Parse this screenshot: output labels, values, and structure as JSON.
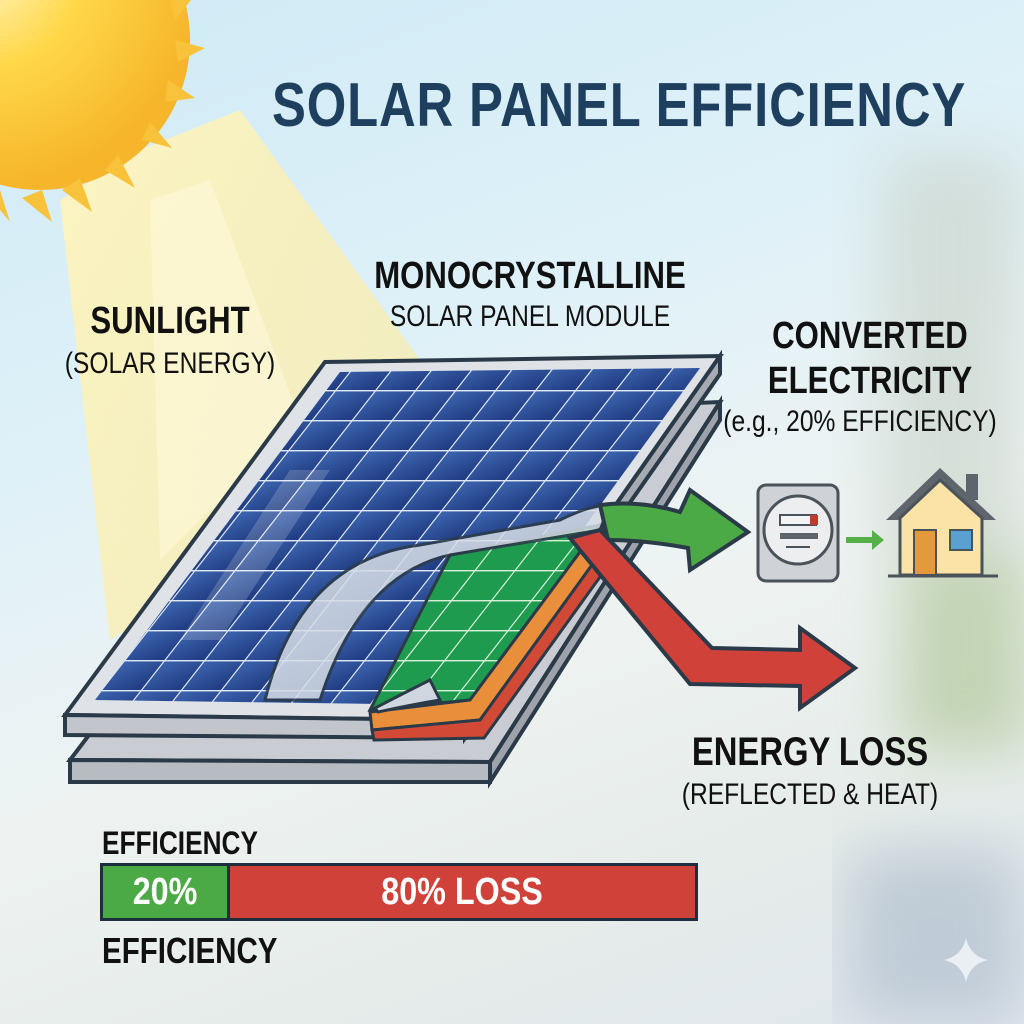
{
  "title": "SOLAR PANEL EFFICIENCY",
  "labels": {
    "panel_type": "MONOCRYSTALLINE",
    "panel_subtitle": "SOLAR PANEL MODULE",
    "sunlight": "SUNLIGHT",
    "sunlight_sub": "(SOLAR ENERGY)",
    "converted_line1": "CONVERTED",
    "converted_line2": "ELECTRICITY",
    "converted_sub": "(e.g., 20% EFFICIENCY)",
    "loss": "ENERGY LOSS",
    "loss_sub": "(REFLECTED & HEAT)"
  },
  "efficiency_bar": {
    "label_top": "EFFICIENCY",
    "label_bottom": "EFFICIENCY",
    "segments": [
      {
        "label": "20%",
        "value": 20,
        "color": "#4caa46"
      },
      {
        "label": "80% LOSS",
        "value": 80,
        "color": "#d0413a"
      }
    ]
  },
  "icons": [
    "sun-icon",
    "solar-panel-illustration",
    "green-arrow-icon",
    "red-arrow-icon",
    "electric-meter-icon",
    "house-icon",
    "sparkle-icon"
  ],
  "colors": {
    "title": "#1f3f5e",
    "efficiency_green": "#4caa46",
    "loss_red": "#d0413a",
    "panel_blue": "#2c4f94",
    "sun_yellow": "#fbc02d"
  }
}
